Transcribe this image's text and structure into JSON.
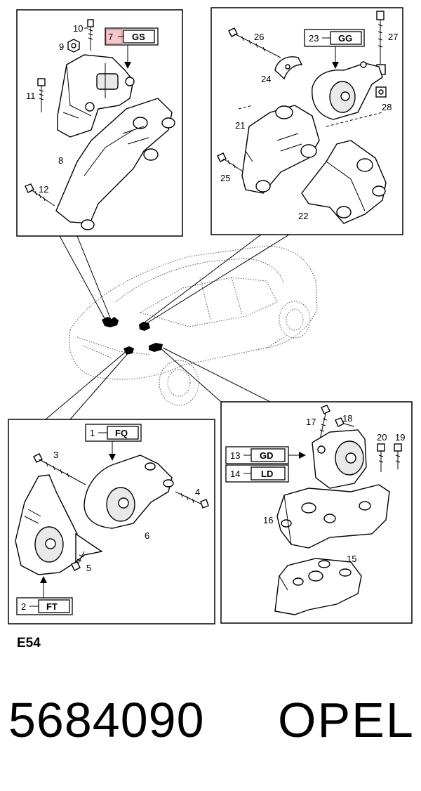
{
  "diagram": {
    "panel_top_left": {
      "callout": {
        "number": "7",
        "code": "GS",
        "highlight_color": "#f5c6cb"
      },
      "parts": [
        "10",
        "9",
        "11",
        "8",
        "12"
      ]
    },
    "panel_top_right": {
      "callout": {
        "number": "23",
        "code": "GG"
      },
      "parts": [
        "26",
        "27",
        "24",
        "28",
        "21",
        "25",
        "22"
      ]
    },
    "panel_bottom_left": {
      "callout_top": {
        "number": "1",
        "code": "FQ"
      },
      "callout_bottom": {
        "number": "2",
        "code": "FT"
      },
      "parts": [
        "3",
        "4",
        "6",
        "5"
      ]
    },
    "panel_bottom_right": {
      "callouts": [
        {
          "number": "13",
          "code": "GD"
        },
        {
          "number": "14",
          "code": "LD"
        }
      ],
      "parts": [
        "17",
        "18",
        "20",
        "19",
        "16",
        "15"
      ]
    }
  },
  "ref_code": "E54",
  "part_number": "5684090",
  "brand": "OPEL"
}
